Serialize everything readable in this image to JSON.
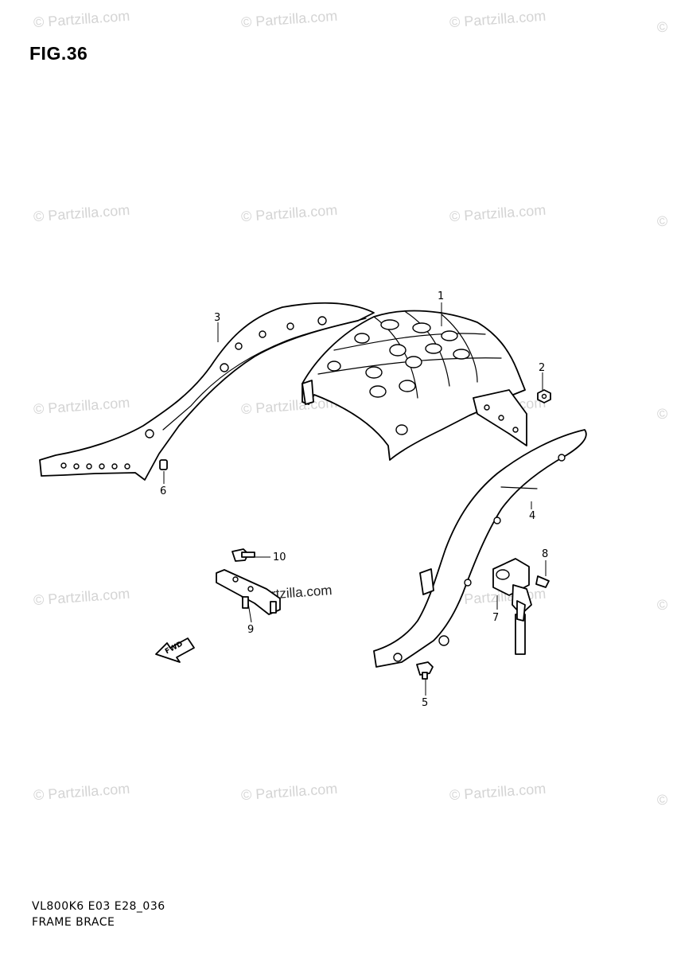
{
  "figure": {
    "title": "FIG.36"
  },
  "footer": {
    "code": "VL800K6 E03 E28_036",
    "name": "FRAME BRACE"
  },
  "watermark": {
    "text": "© Partzilla.com"
  },
  "callouts": {
    "c1": "1",
    "c2": "2",
    "c3": "3",
    "c4": "4",
    "c5": "5",
    "c6": "6",
    "c7": "7",
    "c8": "8",
    "c9": "9",
    "c10": "10"
  },
  "direction_arrow": {
    "label": "FWD"
  }
}
